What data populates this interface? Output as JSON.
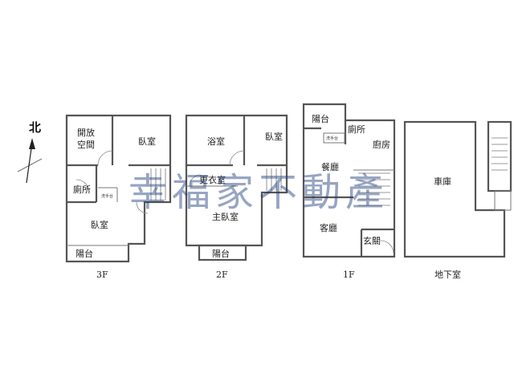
{
  "north": {
    "label": "北",
    "icon": "north-arrow-icon"
  },
  "watermark": "幸福家不動產",
  "floors": {
    "f3": {
      "label": "3F",
      "rooms": {
        "open_space": "開放\n空間",
        "bedroom_a": "臥室",
        "toilet": "廁所",
        "washbasin": "洗手台",
        "bedroom_b": "臥室",
        "balcony": "陽台"
      }
    },
    "f2": {
      "label": "2F",
      "rooms": {
        "bathroom": "浴室",
        "bedroom": "臥室",
        "closet": "更衣室",
        "master": "主臥室",
        "balcony": "陽台"
      }
    },
    "f1": {
      "label": "1F",
      "rooms": {
        "balcony": "陽台",
        "toilet": "廁所",
        "washbasin": "洗手台",
        "kitchen": "廚房",
        "dining": "餐廳",
        "living": "客廳",
        "entry": "玄關"
      }
    },
    "b1": {
      "label": "地下室",
      "rooms": {
        "garage": "車庫"
      }
    }
  }
}
